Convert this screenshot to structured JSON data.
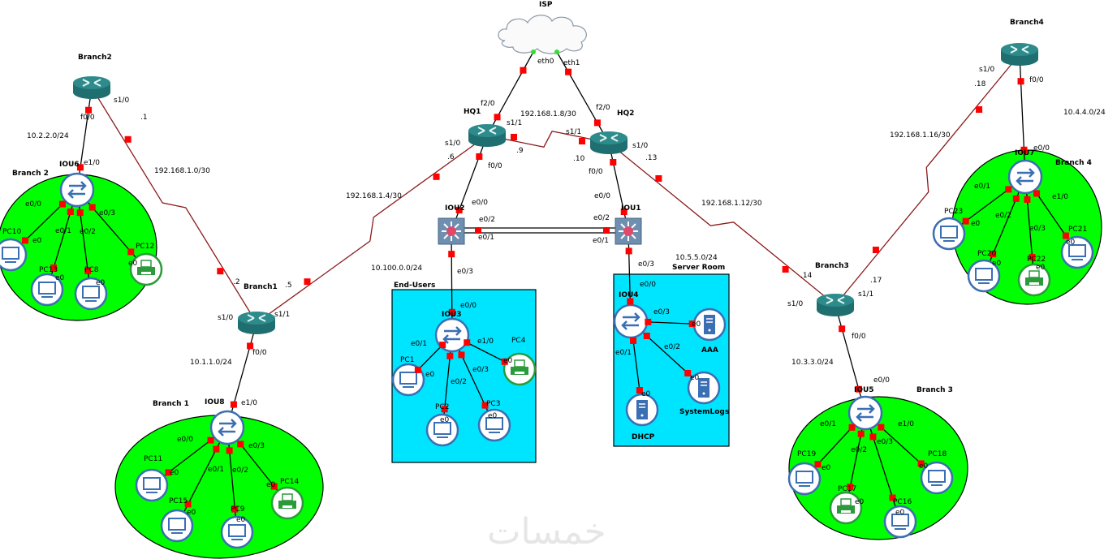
{
  "diagram": {
    "title": "GNS3 Network Topology",
    "colors": {
      "branch_area": "#00ff00",
      "hq_area": "#00e5ff",
      "serial_link": "#8b1a1a",
      "ethernet_link": "#000000",
      "port_marker": "#ff0000",
      "cloud_port": "#33dd33",
      "router_body": "#2e8b8b",
      "switch_icon": "#3a6fb3",
      "printer_icon": "#2a9a3a"
    },
    "cloud": {
      "name": "ISP",
      "ports": [
        "eth0",
        "eth1"
      ]
    },
    "routers": [
      {
        "id": "HQ1",
        "name": "HQ1"
      },
      {
        "id": "HQ2",
        "name": "HQ2"
      },
      {
        "id": "Branch1",
        "name": "Branch1"
      },
      {
        "id": "Branch2",
        "name": "Branch2"
      },
      {
        "id": "Branch3",
        "name": "Branch3"
      },
      {
        "id": "Branch4",
        "name": "Branch4"
      }
    ],
    "l3switches": [
      {
        "id": "IOU2",
        "name": "IOU2"
      },
      {
        "id": "IOU1",
        "name": "IOU1"
      }
    ],
    "switches": [
      {
        "id": "IOU6",
        "name": "IOU6"
      },
      {
        "id": "IOU8",
        "name": "IOU8"
      },
      {
        "id": "IOU3",
        "name": "IOU3"
      },
      {
        "id": "IOU4",
        "name": "IOU4"
      },
      {
        "id": "IOU5",
        "name": "IOU5"
      },
      {
        "id": "IOU7",
        "name": "IOU7"
      }
    ],
    "areas": [
      {
        "id": "branch2",
        "label": "Branch 2",
        "type": "ellipse"
      },
      {
        "id": "branch1",
        "label": "Branch 1",
        "type": "ellipse"
      },
      {
        "id": "branch3",
        "label": "Branch 3",
        "type": "ellipse"
      },
      {
        "id": "branch4",
        "label": "Branch  4",
        "type": "ellipse"
      },
      {
        "id": "endusers",
        "label": "End-Users",
        "type": "rect"
      },
      {
        "id": "serverroom",
        "label": "Server Room",
        "type": "rect"
      }
    ],
    "hosts": [
      {
        "name": "PC10",
        "kind": "pc"
      },
      {
        "name": "PC13",
        "kind": "pc"
      },
      {
        "name": "PC8",
        "kind": "pc"
      },
      {
        "name": "PC12",
        "kind": "printer"
      },
      {
        "name": "PC11",
        "kind": "pc"
      },
      {
        "name": "PC15",
        "kind": "pc"
      },
      {
        "name": "PC9",
        "kind": "pc"
      },
      {
        "name": "PC14",
        "kind": "printer"
      },
      {
        "name": "PC1",
        "kind": "pc"
      },
      {
        "name": "PC2",
        "kind": "pc"
      },
      {
        "name": "PC3",
        "kind": "pc"
      },
      {
        "name": "PC4",
        "kind": "printer"
      },
      {
        "name": "AAA",
        "kind": "server"
      },
      {
        "name": "SystemLogs",
        "kind": "server"
      },
      {
        "name": "DHCP",
        "kind": "server"
      },
      {
        "name": "PC19",
        "kind": "pc"
      },
      {
        "name": "PC17",
        "kind": "printer"
      },
      {
        "name": "PC16",
        "kind": "pc"
      },
      {
        "name": "PC18",
        "kind": "pc"
      },
      {
        "name": "PC23",
        "kind": "pc"
      },
      {
        "name": "PC20",
        "kind": "pc"
      },
      {
        "name": "PC22",
        "kind": "printer"
      },
      {
        "name": "PC21",
        "kind": "pc"
      }
    ],
    "networks": [
      "192.168.1.0/30",
      "192.168.1.4/30",
      "192.168.1.8/30",
      "192.168.1.12/30",
      "192.168.1.16/30",
      "10.1.1.0/24",
      "10.2.2.0/24",
      "10.3.3.0/24",
      "10.4.4.0/24",
      "10.100.0.0/24",
      "10.5.5.0/24"
    ],
    "host_addresses": [
      ".1",
      ".2",
      ".5",
      ".6",
      ".9",
      ".10",
      ".13",
      ".14",
      ".17",
      ".18"
    ],
    "labels": [
      {
        "t": "ISP",
        "b": 1
      },
      {
        "t": "eth0"
      },
      {
        "t": "eth1"
      },
      {
        "t": "HQ1",
        "b": 1
      },
      {
        "t": "f2/0"
      },
      {
        "t": "192.168.1.8/30"
      },
      {
        "t": "f2/0"
      },
      {
        "t": "HQ2",
        "b": 1
      },
      {
        "t": "s1/1"
      },
      {
        "t": "s1/1"
      },
      {
        "t": "s1/0"
      },
      {
        "t": ".9"
      },
      {
        "t": ".6"
      },
      {
        "t": "f0/0"
      },
      {
        "t": ".10"
      },
      {
        "t": "s1/0"
      },
      {
        "t": ".13"
      },
      {
        "t": "f0/0"
      },
      {
        "t": "192.168.1.4/30"
      },
      {
        "t": "e0/0"
      },
      {
        "t": "IOU2",
        "b": 1
      },
      {
        "t": "e0/2"
      },
      {
        "t": "e0/1"
      },
      {
        "t": "e0/0"
      },
      {
        "t": "IOU1",
        "b": 1
      },
      {
        "t": "e0/2"
      },
      {
        "t": "e0/1"
      },
      {
        "t": "10.100.0.0/24"
      },
      {
        "t": "e0/3"
      },
      {
        "t": "e0/3"
      },
      {
        "t": "192.168.1.12/30"
      },
      {
        "t": "10.5.5.0/24"
      },
      {
        "t": "Server Room",
        "b": 1
      },
      {
        "t": "End-Users",
        "b": 1
      },
      {
        "t": "Branch2",
        "b": 1
      },
      {
        "t": "s1/0"
      },
      {
        "t": ".1"
      },
      {
        "t": "f0/0"
      },
      {
        "t": "10.2.2.0/24"
      },
      {
        "t": "IOU6",
        "b": 1
      },
      {
        "t": "e1/0"
      },
      {
        "t": "Branch 2",
        "b": 1
      },
      {
        "t": "192.168.1.0/30"
      },
      {
        "t": "e0/0"
      },
      {
        "t": "e0/3"
      },
      {
        "t": "e0/1"
      },
      {
        "t": "e0/2"
      },
      {
        "t": "PC10"
      },
      {
        "t": "e0"
      },
      {
        "t": "PC12"
      },
      {
        "t": "e0"
      },
      {
        "t": "PC13"
      },
      {
        "t": "e0"
      },
      {
        "t": "PC8"
      },
      {
        "t": "e0"
      },
      {
        "t": ".2"
      },
      {
        "t": "Branch1",
        "b": 1
      },
      {
        "t": ".5"
      },
      {
        "t": "s1/0"
      },
      {
        "t": "s1/1"
      },
      {
        "t": "f0/0"
      },
      {
        "t": "10.1.1.0/24"
      },
      {
        "t": "Branch 1",
        "b": 1
      },
      {
        "t": "IOU8",
        "b": 1
      },
      {
        "t": "e1/0"
      },
      {
        "t": "e0/0"
      },
      {
        "t": "e0/3"
      },
      {
        "t": "e0/1"
      },
      {
        "t": "e0/2"
      },
      {
        "t": "PC11"
      },
      {
        "t": "e0"
      },
      {
        "t": "PC14"
      },
      {
        "t": "e0"
      },
      {
        "t": "PC15"
      },
      {
        "t": "e0"
      },
      {
        "t": "PC9"
      },
      {
        "t": "e0"
      },
      {
        "t": "e0/0"
      },
      {
        "t": "IOU3",
        "b": 1
      },
      {
        "t": "e0/1"
      },
      {
        "t": "e1/0"
      },
      {
        "t": "PC4"
      },
      {
        "t": "PC1"
      },
      {
        "t": "e0"
      },
      {
        "t": "e0"
      },
      {
        "t": "e0/2"
      },
      {
        "t": "e0/3"
      },
      {
        "t": "PC2"
      },
      {
        "t": "e0"
      },
      {
        "t": "PC3"
      },
      {
        "t": "e0"
      },
      {
        "t": "e0/0"
      },
      {
        "t": "IOU4",
        "b": 1
      },
      {
        "t": "e0/3"
      },
      {
        "t": "e0"
      },
      {
        "t": "AAA",
        "b": 1
      },
      {
        "t": "e0/1"
      },
      {
        "t": "e0/2"
      },
      {
        "t": "e0"
      },
      {
        "t": "SystemLogs",
        "b": 1
      },
      {
        "t": "e0"
      },
      {
        "t": "DHCP",
        "b": 1
      },
      {
        "t": "Branch3",
        "b": 1
      },
      {
        "t": ".14"
      },
      {
        "t": ".17"
      },
      {
        "t": "s1/0"
      },
      {
        "t": "s1/1"
      },
      {
        "t": "f0/0"
      },
      {
        "t": "10.3.3.0/24"
      },
      {
        "t": "e0/0"
      },
      {
        "t": "IOU5",
        "b": 1
      },
      {
        "t": "Branch 3",
        "b": 1
      },
      {
        "t": "e0/1"
      },
      {
        "t": "e1/0"
      },
      {
        "t": "e0/2"
      },
      {
        "t": "e0/3"
      },
      {
        "t": "PC19"
      },
      {
        "t": "e0"
      },
      {
        "t": "PC18"
      },
      {
        "t": "e0"
      },
      {
        "t": "PC17"
      },
      {
        "t": "e0"
      },
      {
        "t": "PC16"
      },
      {
        "t": "e0"
      },
      {
        "t": "Branch4",
        "b": 1
      },
      {
        "t": "s1/0"
      },
      {
        "t": "f0/0"
      },
      {
        "t": ".18"
      },
      {
        "t": "10.4.4.0/24"
      },
      {
        "t": "192.168.1.16/30"
      },
      {
        "t": "IOU7",
        "b": 1
      },
      {
        "t": "e0/0"
      },
      {
        "t": "Branch  4",
        "b": 1
      },
      {
        "t": "e0/1"
      },
      {
        "t": "e1/0"
      },
      {
        "t": "e0/2"
      },
      {
        "t": "e0/3"
      },
      {
        "t": "PC23"
      },
      {
        "t": "e0"
      },
      {
        "t": "PC21"
      },
      {
        "t": "e0"
      },
      {
        "t": "PC20"
      },
      {
        "t": "e0"
      },
      {
        "t": "PC22"
      },
      {
        "t": "e0"
      }
    ],
    "watermark": "خمسات"
  }
}
